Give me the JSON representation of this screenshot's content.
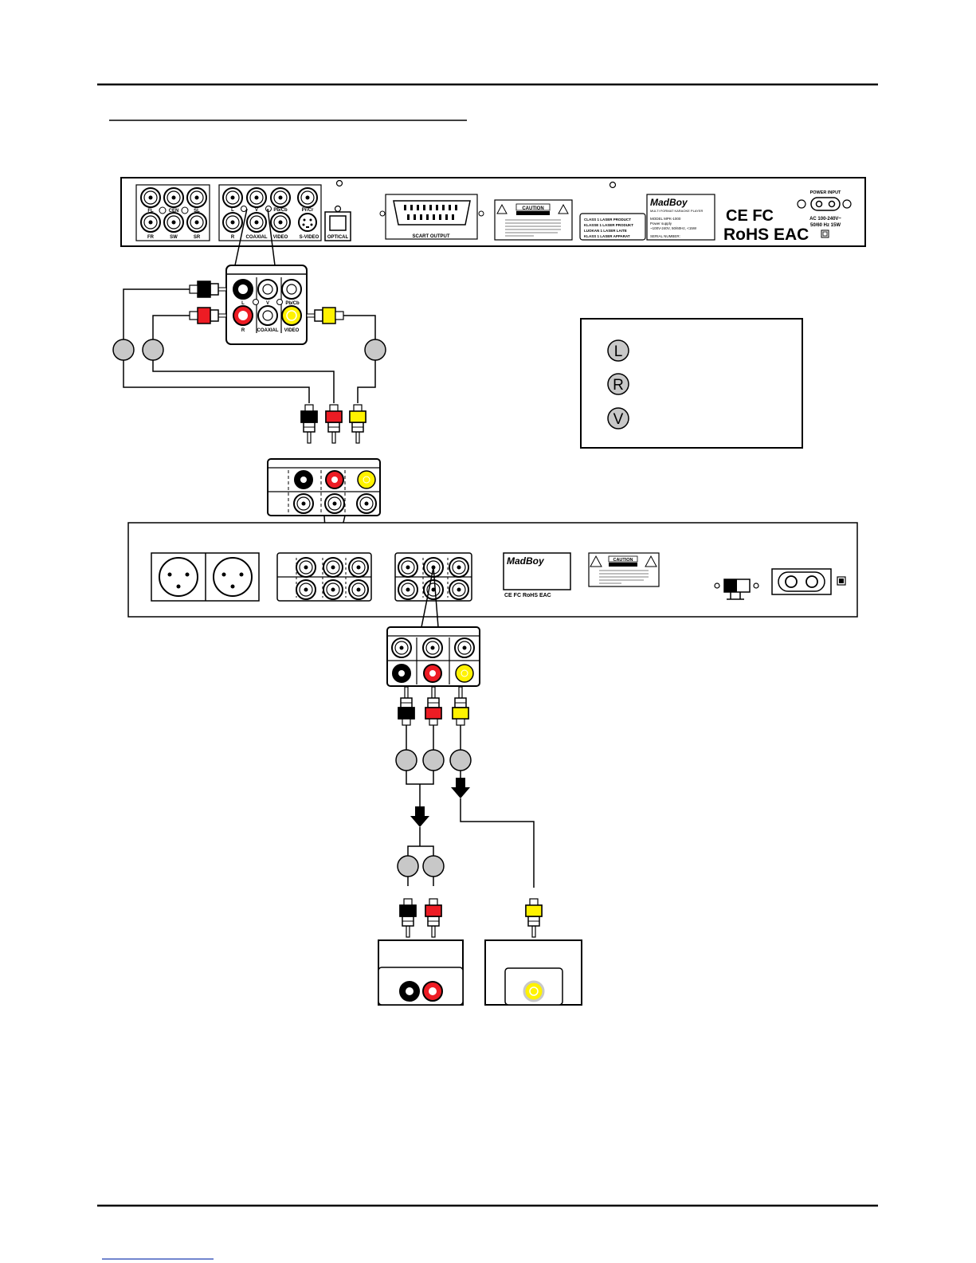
{
  "rear_panel": {
    "ch51": {
      "fl": "FL",
      "cen": "CEN",
      "sl": "SL",
      "fr": "FR",
      "sw": "SW",
      "sr": "SR"
    },
    "out": {
      "l": "L",
      "v": "V",
      "pbcb": "Pb/Cb",
      "prcr": "Pr/Cr",
      "r": "R",
      "coaxial": "COAXIAL",
      "video": "VIDEO",
      "svideo": "S-VIDEO",
      "optical": "OPTICAL"
    },
    "scart": "SCART OUTPUT",
    "caution": "CAUTION",
    "laser": [
      "CLASS 1 LASER PRODUCT",
      "KLASSE 1 LASER PRODUKT",
      "LUOKAN 1 LASER LAITE",
      "KLASS 1 LASER APPARAT"
    ],
    "brand": "MadBoy",
    "label_lines": [
      "MULTI FORMAT KARAOKE PLAYER",
      "MODEL MPK-1000",
      "Power supply",
      "~100V-240V, 50/60Hz, <15W",
      "SERIAL NUMBER:"
    ],
    "certs": [
      "CE FC",
      "RoHS EAC"
    ],
    "power_input": "POWER INPUT",
    "power_rating": [
      "AC 100-240V~",
      "50/60 Hz 15W"
    ]
  },
  "zoom_panel": {
    "l": "L",
    "v": "V",
    "pbcb": "Pb/Cb",
    "r": "R",
    "coaxial": "COAXIAL",
    "video": "VIDEO"
  },
  "legend": {
    "l": "L",
    "r": "R",
    "v": "V"
  },
  "amp": {
    "brand": "MadBoy",
    "caution": "CAUTION",
    "certs": "CE FC RoHS EAC"
  },
  "colors": {
    "black": "#000000",
    "red": "#ed1c24",
    "yellow": "#fff200",
    "grey": "#c8c8c8"
  }
}
